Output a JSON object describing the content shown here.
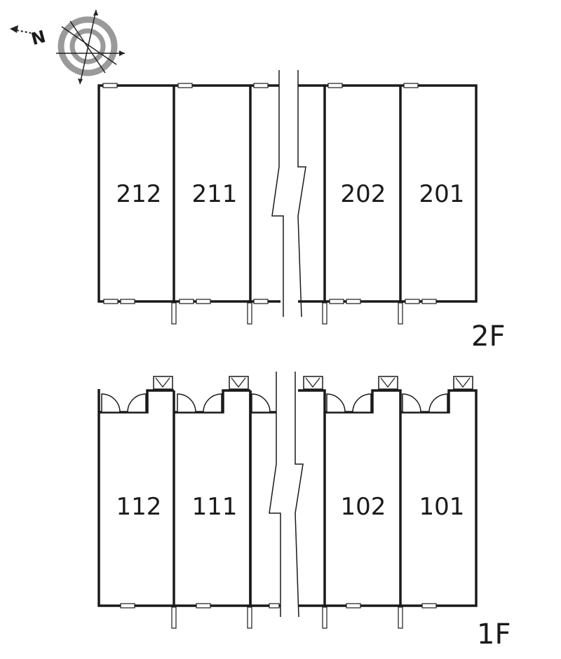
{
  "compass": {
    "north_label": "N",
    "icon": "compass-rose-icon"
  },
  "floors": [
    {
      "id": "2f",
      "label": "2F",
      "rooms": [
        "212",
        "211",
        "202",
        "201"
      ]
    },
    {
      "id": "1f",
      "label": "1F",
      "rooms": [
        "112",
        "111",
        "102",
        "101"
      ]
    }
  ],
  "colors": {
    "wall": "#1a1a1a",
    "compass_ring": "#9a9a9a",
    "background": "#ffffff"
  }
}
